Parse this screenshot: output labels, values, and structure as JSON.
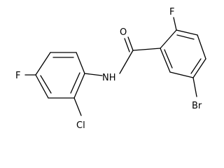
{
  "molecule": {
    "atoms": {
      "O": "O",
      "F_top": "F",
      "NH": "NH",
      "Br": "Br",
      "F_left": "F",
      "Cl": "Cl"
    },
    "colors": {
      "bond": "#000000",
      "text": "#000000",
      "background": "#ffffff"
    }
  }
}
